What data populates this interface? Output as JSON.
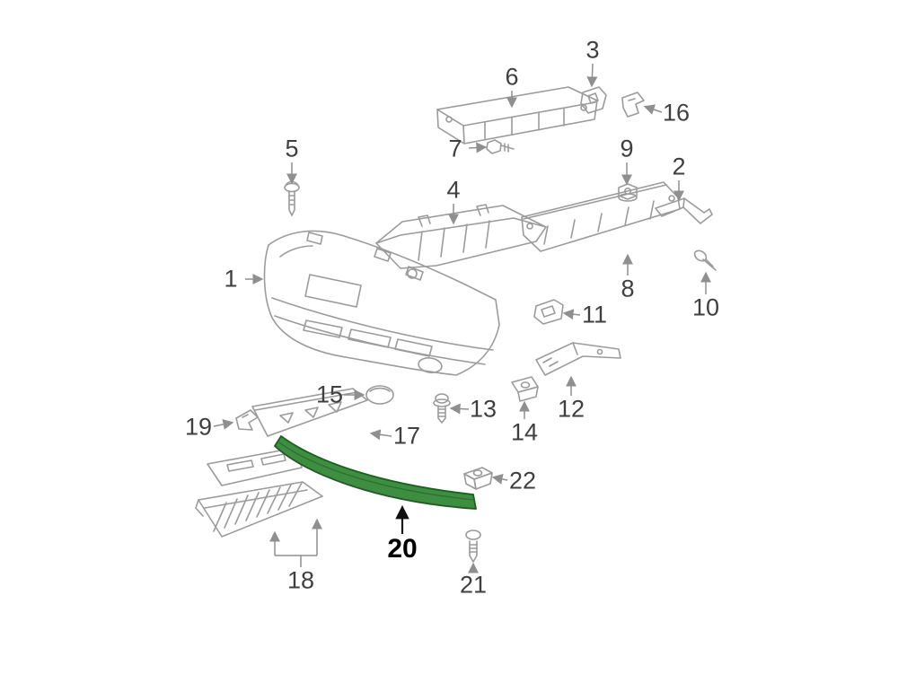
{
  "diagram": {
    "type": "exploded-parts-diagram",
    "highlighted_part": "20"
  },
  "colors": {
    "background": "#ffffff",
    "line": "#9b9b9b",
    "leader": "#8f8f8f",
    "label_text": "#3f3f3f",
    "highlight_label_text": "#000000",
    "highlight_fill": "#3e8e41",
    "highlight_stroke": "#1f5c22"
  },
  "labels": [
    {
      "part": 1,
      "text": "1"
    },
    {
      "part": 2,
      "text": "2"
    },
    {
      "part": 3,
      "text": "3"
    },
    {
      "part": 4,
      "text": "4"
    },
    {
      "part": 5,
      "text": "5"
    },
    {
      "part": 6,
      "text": "6"
    },
    {
      "part": 7,
      "text": "7"
    },
    {
      "part": 8,
      "text": "8"
    },
    {
      "part": 9,
      "text": "9"
    },
    {
      "part": 10,
      "text": "10"
    },
    {
      "part": 11,
      "text": "11"
    },
    {
      "part": 12,
      "text": "12"
    },
    {
      "part": 13,
      "text": "13"
    },
    {
      "part": 14,
      "text": "14"
    },
    {
      "part": 15,
      "text": "15"
    },
    {
      "part": 16,
      "text": "16"
    },
    {
      "part": 17,
      "text": "17"
    },
    {
      "part": 18,
      "text": "18"
    },
    {
      "part": 19,
      "text": "19"
    },
    {
      "part": 20,
      "text": "20"
    },
    {
      "part": 21,
      "text": "21"
    },
    {
      "part": 22,
      "text": "22"
    }
  ]
}
